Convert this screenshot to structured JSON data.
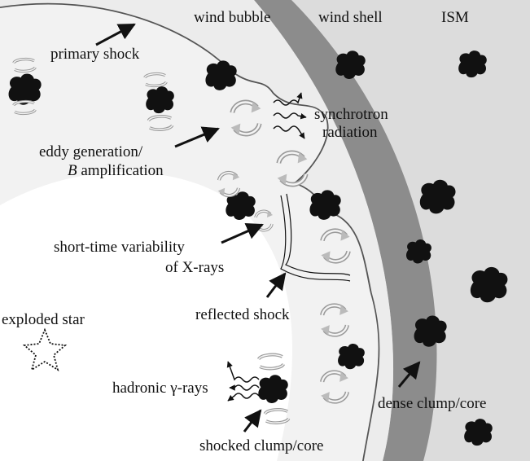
{
  "labels": {
    "wind_bubble": "wind bubble",
    "wind_shell": "wind shell",
    "ism": "ISM",
    "primary_shock": "primary shock",
    "synchrotron_1": "synchrotron",
    "synchrotron_2": "radiation",
    "eddy_1": "eddy generation/",
    "eddy_2_italic": "B",
    "eddy_2_rest": " amplification",
    "variability_1": "short-time variability",
    "variability_2": "of X-rays",
    "reflected_shock": "reflected shock",
    "exploded_star": "exploded star",
    "hadronic": "hadronic γ-rays",
    "dense_clump": "dense clump/core",
    "shocked_clump": "shocked clump/core"
  },
  "colors": {
    "ejecta_white": "#ffffff",
    "shocked_region": "#ececec",
    "wind_shell_band": "#8c8c8c",
    "ism_background": "#dcdcdc",
    "shock_line": "#555555",
    "clump": "#111111",
    "eddy_stroke": "#9a9a9a",
    "eddy_fill": "#f4f4f4"
  }
}
